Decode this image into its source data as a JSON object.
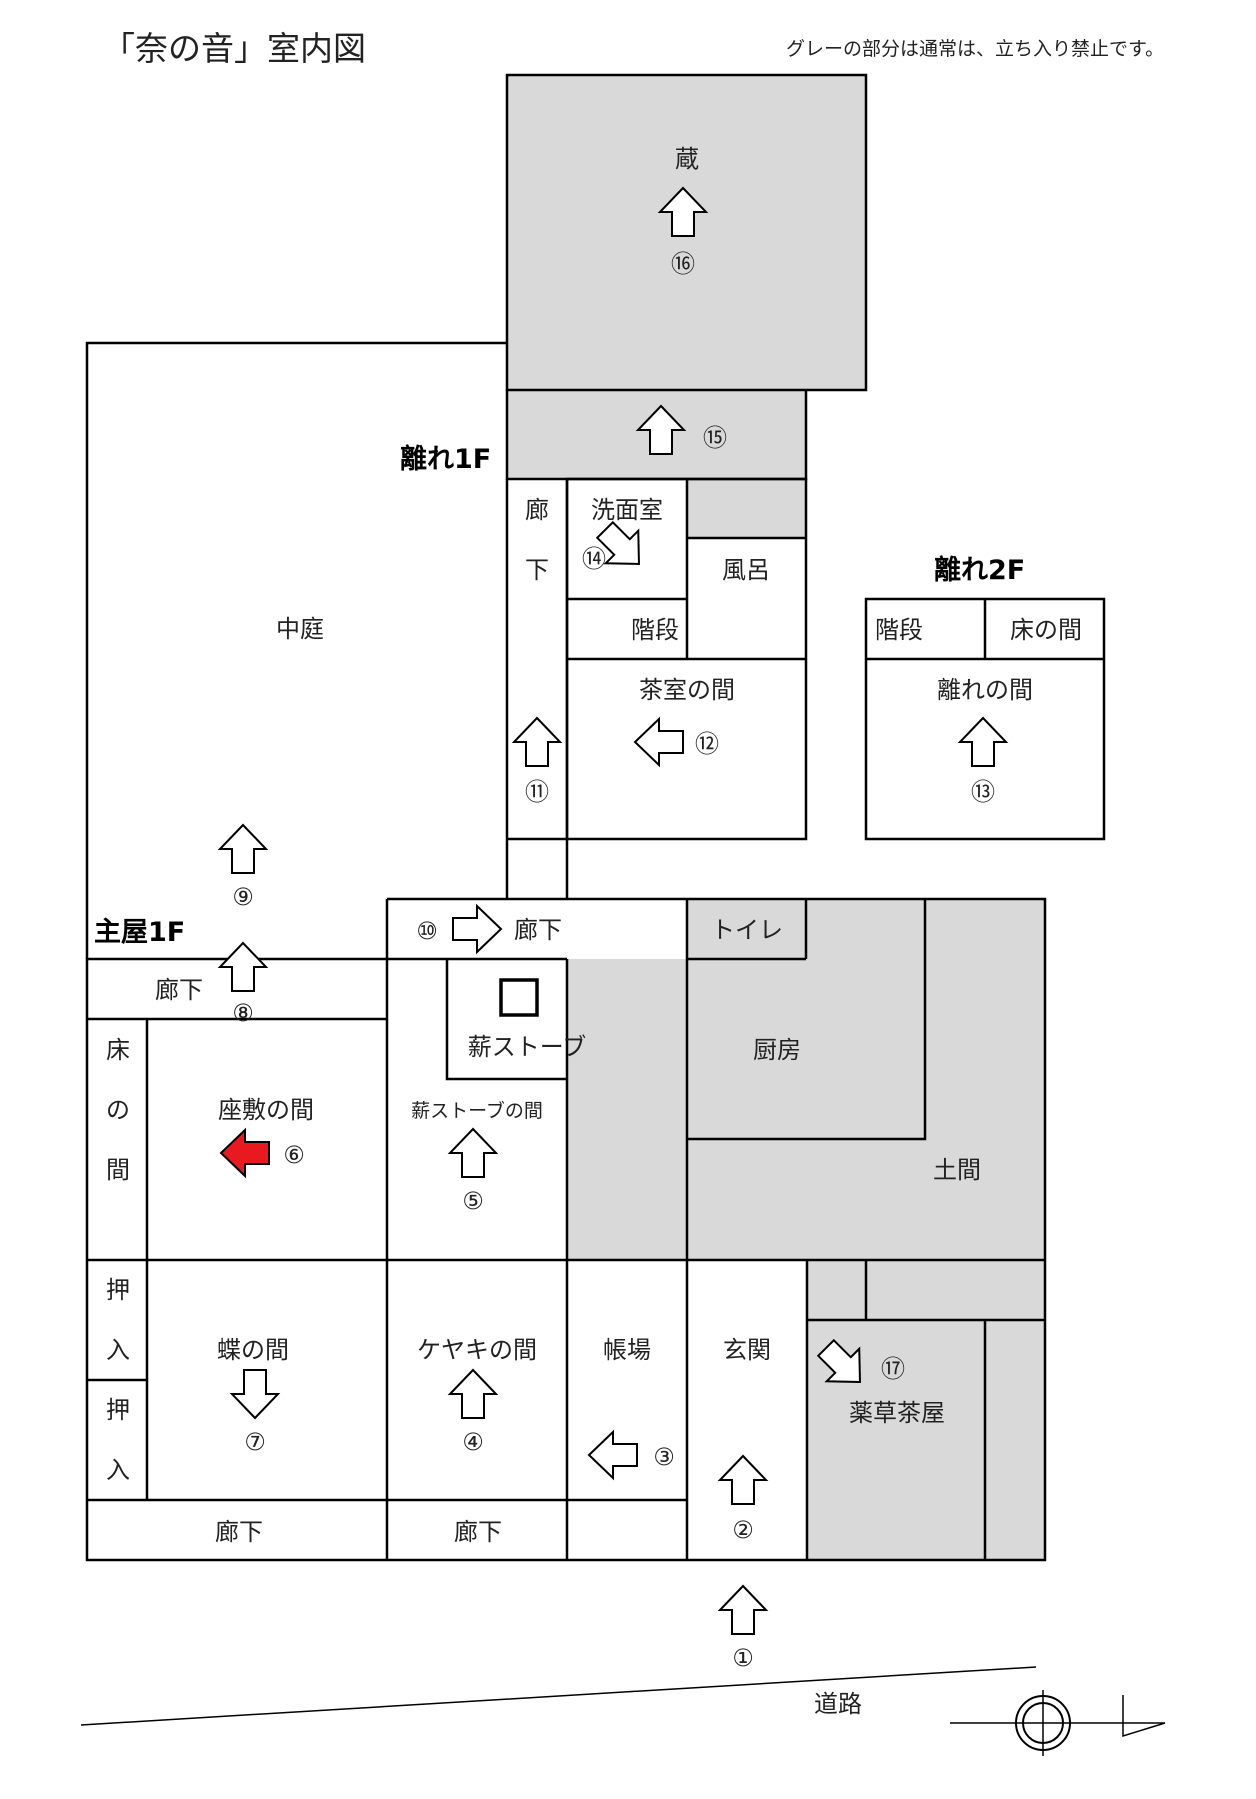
{
  "title": "「奈の音」室内図",
  "note": "グレーの部分は通常は、立ち入り禁止です。",
  "colors": {
    "restricted": "#d9d9d9",
    "line": "#000000",
    "highlight_arrow": "#e8191f"
  },
  "floors": {
    "hanare1f": "離れ1F",
    "hanare2f": "離れ2F",
    "omoya1f": "主屋1F"
  },
  "rooms": {
    "kura": "蔵",
    "nakaniwa": "中庭",
    "senmen": "洗面室",
    "furo": "風呂",
    "kaidan1": "階段",
    "chashitsu": "茶室の間",
    "kaidan2": "階段",
    "tokonoma2": "床の間",
    "hanarenoma": "離れの間",
    "toilet": "トイレ",
    "rouka_top": "廊下",
    "rouka_left": "廊下",
    "rouka_bottom1": "廊下",
    "rouka_bottom2": "廊下",
    "rouka_vert_1": "廊",
    "rouka_vert_2": "下",
    "stove": "薪ストーブ",
    "stove_room": "薪ストーブの間",
    "chubo": "厨房",
    "doma": "土間",
    "zashiki": "座敷の間",
    "toko_1": "床",
    "toko_2": "の",
    "toko_3": "間",
    "oshi1_1": "押",
    "oshi1_2": "入",
    "oshi2_1": "押",
    "oshi2_2": "入",
    "chou": "蝶の間",
    "keyaki": "ケヤキの間",
    "chouba": "帳場",
    "genkan": "玄関",
    "yakusou": "薬草茶屋",
    "douro": "道路"
  },
  "viewpoints": {
    "v1": "①",
    "v2": "②",
    "v3": "③",
    "v4": "④",
    "v5": "⑤",
    "v6": "⑥",
    "v7": "⑦",
    "v8": "⑧",
    "v9": "⑨",
    "v10": "⑩",
    "v11": "⑪",
    "v12": "⑫",
    "v13": "⑬",
    "v14": "⑭",
    "v15": "⑮",
    "v16": "⑯",
    "v17": "⑰"
  }
}
